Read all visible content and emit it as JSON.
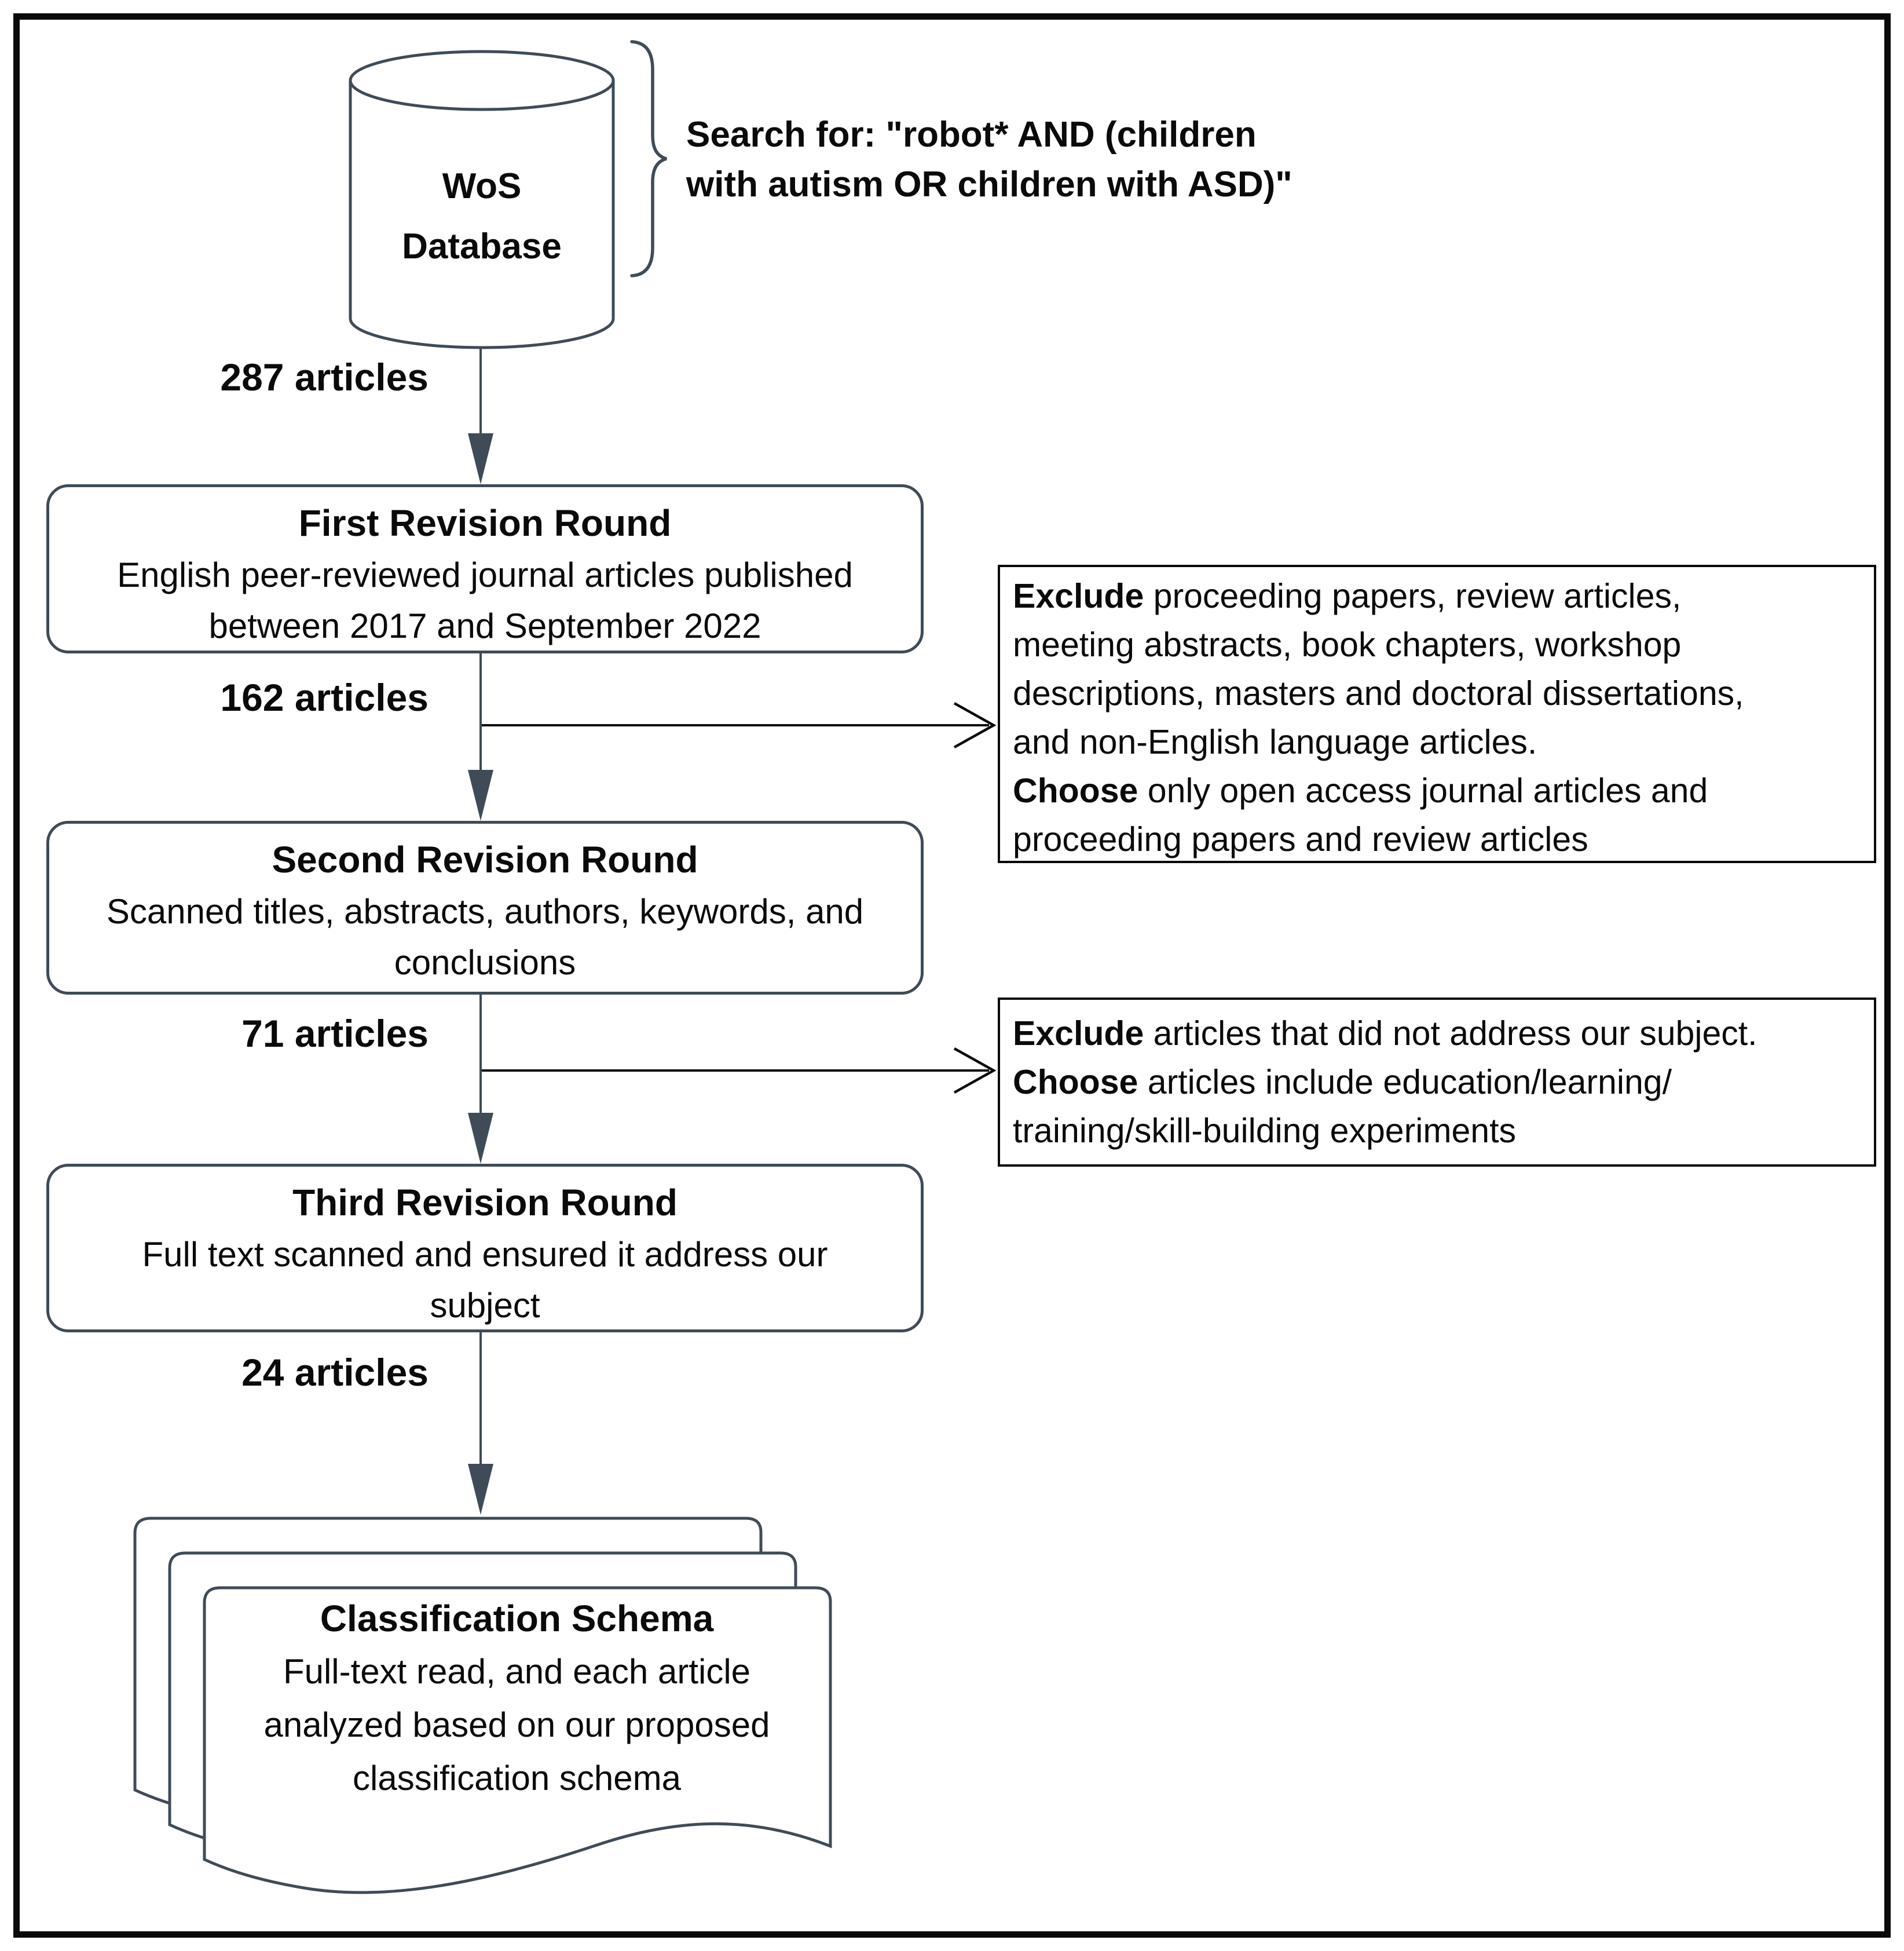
{
  "colors": {
    "stroke": "#3f4b58",
    "ink": "#0a0a0a",
    "background": "#ffffff"
  },
  "icons": {
    "database": "cylinder-shape",
    "brace": "right-curly-brace",
    "flow_arrow": "filled-triangle-arrow",
    "branch_arrow": "open-chevron-arrow",
    "document": "wavy-bottom-document-stack"
  },
  "database": {
    "lines": [
      "WoS",
      "Database"
    ]
  },
  "search_annotation": {
    "lines": [
      "Search for: \"robot* AND (children",
      "with autism OR children with ASD)\""
    ]
  },
  "counts": {
    "after_search": "287 articles",
    "after_first": "162 articles",
    "after_second": "71 articles",
    "after_third": "24 articles"
  },
  "rounds": [
    {
      "title": "First Revision Round",
      "body_lines": [
        "English peer-reviewed journal articles published",
        "between 2017 and September 2022"
      ]
    },
    {
      "title": "Second Revision Round",
      "body_lines": [
        "Scanned titles, abstracts, authors, keywords, and",
        "conclusions"
      ]
    },
    {
      "title": "Third Revision Round",
      "body_lines": [
        "Full text scanned and ensured it address our",
        "subject"
      ]
    }
  ],
  "notes": [
    {
      "lines": [
        [
          {
            "b": "Exclude"
          },
          {
            "t": " proceeding papers, review articles,"
          }
        ],
        [
          {
            "t": "meeting abstracts, book chapters, workshop"
          }
        ],
        [
          {
            "t": "descriptions, masters and doctoral dissertations,"
          }
        ],
        [
          {
            "t": "and non-English language articles."
          }
        ],
        [
          {
            "b": "Choose"
          },
          {
            "t": " only open access journal articles and"
          }
        ],
        [
          {
            "t": "proceeding papers and review articles"
          }
        ]
      ]
    },
    {
      "lines": [
        [
          {
            "b": "Exclude"
          },
          {
            "t": " articles that did not address our subject."
          }
        ],
        [
          {
            "b": "Choose"
          },
          {
            "t": " articles include education/learning/"
          }
        ],
        [
          {
            "t": "training/skill-building experiments"
          }
        ]
      ]
    }
  ],
  "document": {
    "title": "Classification Schema",
    "body_lines": [
      "Full-text read, and each article",
      "analyzed based on our proposed",
      "classification schema"
    ]
  }
}
